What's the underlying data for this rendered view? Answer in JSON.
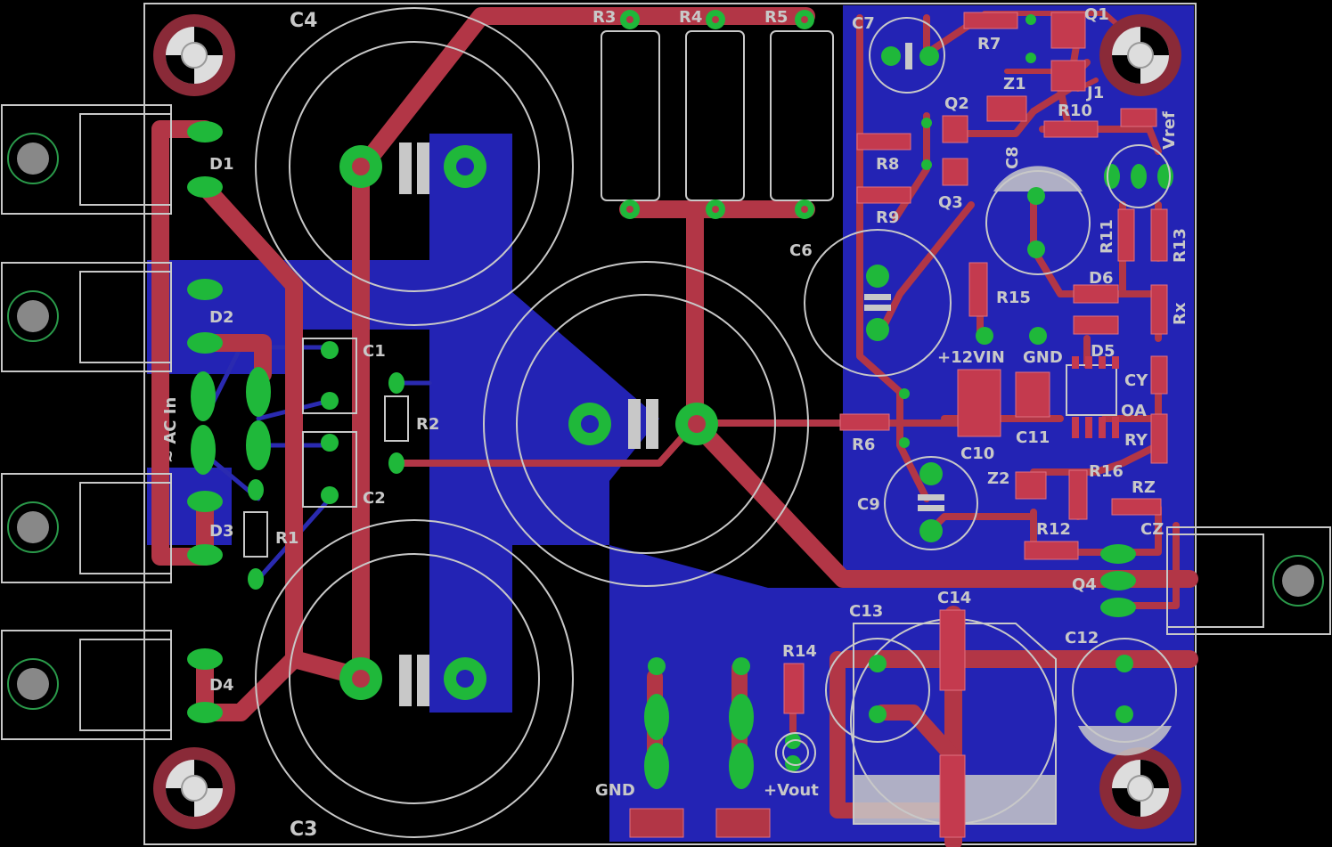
{
  "board": {
    "colors": {
      "background": "#000000",
      "copper_top": "#b23646",
      "copper_bottom": "#2323b4",
      "pads": "#1fb83a",
      "silkscreen": "#c8c8c8"
    },
    "labels": {
      "C4": "C4",
      "C3": "C3",
      "C1": "C1",
      "C2": "C2",
      "C6": "C6",
      "C7": "C7",
      "C8": "C8",
      "C9": "C9",
      "C10": "C10",
      "C11": "C11",
      "C12": "C12",
      "C13": "C13",
      "C14": "C14",
      "CY": "CY",
      "CZ": "CZ",
      "D1": "D1",
      "D2": "D2",
      "D3": "D3",
      "D4": "D4",
      "D5": "D5",
      "D6": "D6",
      "R1": "R1",
      "R2": "R2",
      "R3": "R3",
      "R4": "R4",
      "R5": "R5",
      "R6": "R6",
      "R7": "R7",
      "R8": "R8",
      "R9": "R9",
      "R10": "R10",
      "R11": "R11",
      "R12": "R12",
      "R13": "R13",
      "R14": "R14",
      "R15": "R15",
      "R16": "R16",
      "RX": "Rx",
      "RY": "RY",
      "RZ": "RZ",
      "Q1": "Q1",
      "Q2": "Q2",
      "Q3": "Q3",
      "Q4": "Q4",
      "Z1": "Z1",
      "Z2": "Z2",
      "J1": "J1",
      "OA": "OA",
      "VREF": "Vref",
      "AC_IN": "~ AC In",
      "VIN": "+12VIN",
      "GND_TOP": "GND",
      "GND_OUT": "GND",
      "VOUT": "+Vout"
    }
  }
}
